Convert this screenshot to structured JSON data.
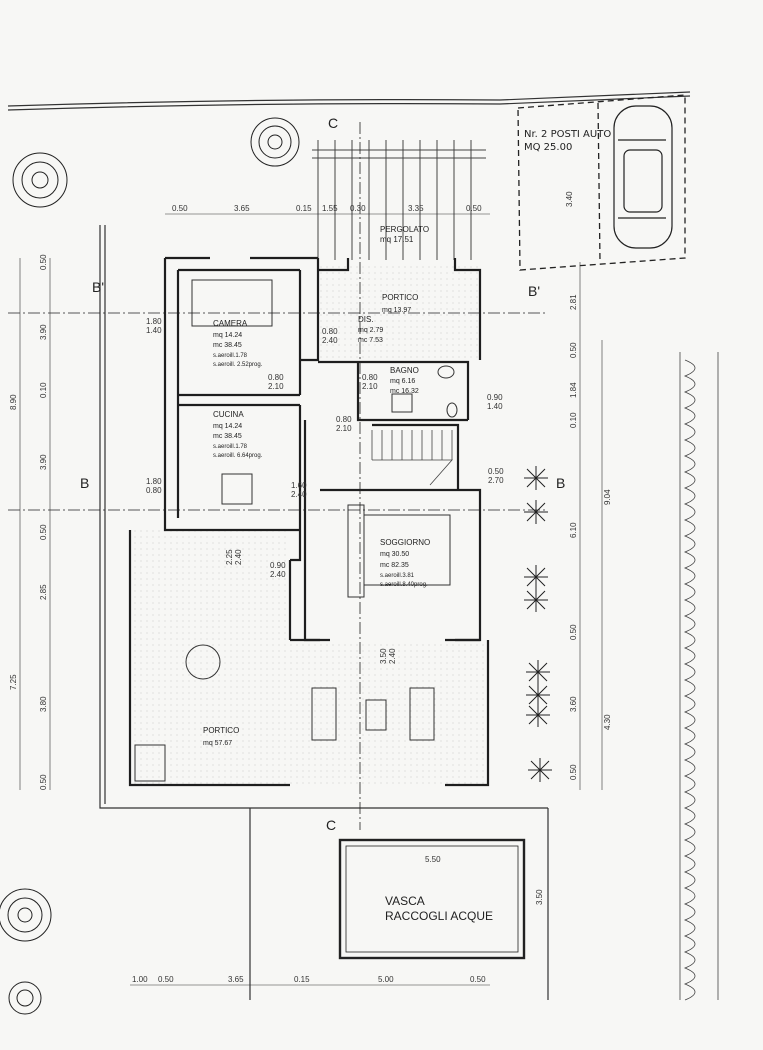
{
  "sections": {
    "c_top": "C",
    "c_bottom": "C",
    "b_left": "B",
    "b_right": "B",
    "bp_left": "B'",
    "bp_right": "B'"
  },
  "parking": {
    "line1": "Nr. 2 POSTI AUTO",
    "line2": "MQ 25.00",
    "depth": "3.40"
  },
  "pergolato": {
    "name": "PERGOLATO",
    "area": "mq 17.51"
  },
  "rooms": {
    "camera": {
      "name": "CAMERA",
      "mq": "mq 14.24",
      "mc": "mc 38.45",
      "aer1": "s.aeroill.1.78",
      "aer2": "s.aeroill. 2.52prog."
    },
    "cucina": {
      "name": "CUCINA",
      "mq": "mq 14.24",
      "mc": "mc 38.45",
      "aer1": "s.aeroill.1.78",
      "aer2": "s.aeroill. 6.64prog."
    },
    "portico_top": {
      "name": "PORTICO",
      "mq": "mq 13.97"
    },
    "dis": {
      "name": "DIS.",
      "mq": "mq 2.79",
      "mc": "mc 7.53"
    },
    "bagno": {
      "name": "BAGNO",
      "mq": "mq 6.16",
      "mc": "mc 16.32"
    },
    "soggiorno": {
      "name": "SOGGIORNO",
      "mq": "mq 30.50",
      "mc": "mc 82.35",
      "aer1": "s.aeroill.3.81",
      "aer2": "s.aeroill.8.40prog."
    },
    "portico_main": {
      "name": "PORTICO",
      "mq": "mq 57.67"
    }
  },
  "vasca": {
    "line1": "VASCA",
    "line2": "RACCOGLI ACQUE",
    "width": "5.50",
    "depth": "3.50"
  },
  "dims_top": [
    "0.50",
    "3.65",
    "0.15",
    "1.55",
    "0.30",
    "3.35",
    "0.50"
  ],
  "dims_bottom": [
    "1.00",
    "0.50",
    "3.65",
    "0.15",
    "5.00",
    "0.50"
  ],
  "dims_left_outer": [
    "8.90",
    "7.25"
  ],
  "dims_left_inner": [
    "0.50",
    "3.90",
    "0.10",
    "3.90",
    "0.50",
    "2.85",
    "3.80",
    "0.50"
  ],
  "dims_right_inner": [
    "2.81",
    "0.50",
    "1.84",
    "0.10",
    "6.10",
    "0.50",
    "3.60",
    "0.50"
  ],
  "dims_right_outer": [
    "9.04",
    "4.30"
  ],
  "openings": {
    "camera_win": [
      "1.80",
      "1.40"
    ],
    "cucina_win": [
      "1.80",
      "0.80"
    ],
    "dis_door": [
      "0.80",
      "2.40"
    ],
    "camera_door": [
      "0.80",
      "2.10"
    ],
    "bagno_door": [
      "0.80",
      "2.10"
    ],
    "cucina_door": [
      "0.80",
      "2.10"
    ],
    "bagno_win": [
      "0.90",
      "1.40"
    ],
    "stair_win": [
      "0.50",
      "2.70"
    ],
    "cucina_door2": [
      "1.60",
      "2.40"
    ],
    "kitchen_south": [
      "2.25",
      "2.40"
    ],
    "entry_door": [
      "0.90",
      "2.40"
    ],
    "sogg_south": [
      "3.50",
      "2.40"
    ]
  },
  "colors": {
    "ink": "#1e1e1e",
    "hatch": "#8a8a8a",
    "paper": "#f7f7f5"
  }
}
